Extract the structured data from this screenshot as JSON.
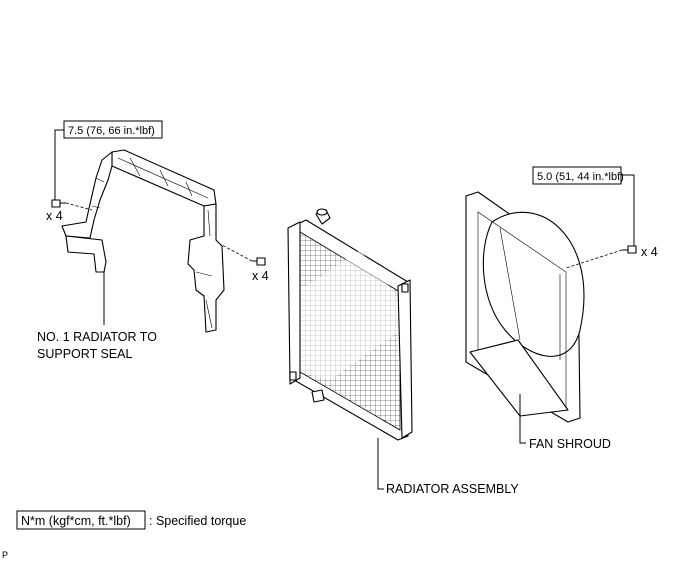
{
  "torque_left": "7.5 (76, 66 in.*lbf)",
  "torque_right": "5.0 (51, 44 in.*lbf)",
  "qty_left_bolts": "x 4",
  "qty_mid_bolts": "x 4",
  "qty_right_bolts": "x 4",
  "label_seal_line1": "NO. 1 RADIATOR TO",
  "label_seal_line2": "SUPPORT SEAL",
  "label_radiator": "RADIATOR ASSEMBLY",
  "label_shroud": "FAN SHROUD",
  "legend_unit": "N*m (kgf*cm, ft.*lbf)",
  "legend_text": ": Specified torque",
  "corner_mark": "P"
}
